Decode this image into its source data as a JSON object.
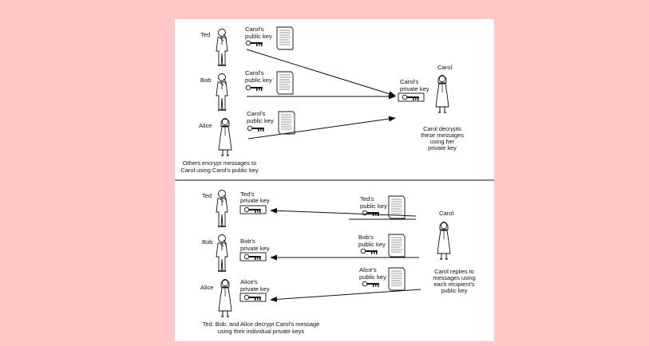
{
  "top": {
    "people": [
      {
        "name": "Ted",
        "key_label_1": "Carol's",
        "key_label_2": "public key"
      },
      {
        "name": "Bob",
        "key_label_1": "Carol's",
        "key_label_2": "public key"
      },
      {
        "name": "Alice",
        "key_label_1": "Carol's",
        "key_label_2": "public key"
      }
    ],
    "carol": {
      "name": "Carol",
      "key_label_1": "Carol's",
      "key_label_2": "private key"
    },
    "carol_caption": [
      "Carol decrypts",
      "these messages",
      "using her",
      "private key"
    ],
    "caption": [
      "Others encrypt messages to",
      "Carol using Carol's public key"
    ]
  },
  "bottom": {
    "people": [
      {
        "name": "Ted",
        "own_key_1": "Ted's",
        "own_key_2": "private key",
        "msg_key_1": "Ted's",
        "msg_key_2": "public key"
      },
      {
        "name": "Bob",
        "own_key_1": "Bob's",
        "own_key_2": "private key",
        "msg_key_1": "Bob's",
        "msg_key_2": "public key"
      },
      {
        "name": "Alice",
        "own_key_1": "Alice's",
        "own_key_2": "private key",
        "msg_key_1": "Alice's",
        "msg_key_2": "public key"
      }
    ],
    "carol": {
      "name": "Carol"
    },
    "carol_caption": [
      "Carol replies to",
      "messages using",
      "each recipient's",
      "public key"
    ],
    "caption": [
      "Ted, Bob, and Alice decrypt Carol's message",
      "using their individual private keys"
    ]
  }
}
